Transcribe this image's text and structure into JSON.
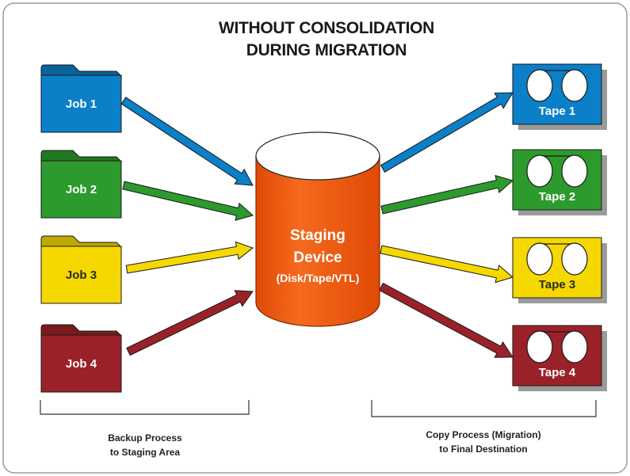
{
  "title": {
    "line1": "WITHOUT CONSOLIDATION",
    "line2": "DURING MIGRATION"
  },
  "jobs": [
    {
      "label": "Job 1",
      "color": "#0b7fc7"
    },
    {
      "label": "Job 2",
      "color": "#2c9a2c"
    },
    {
      "label": "Job 3",
      "color": "#f5d800"
    },
    {
      "label": "Job 4",
      "color": "#9b2128"
    }
  ],
  "staging": {
    "line1": "Staging",
    "line2": "Device",
    "line3": "(Disk/Tape/VTL)",
    "color": "#f05a10"
  },
  "tapes": [
    {
      "label": "Tape 1",
      "color": "#0b7fc7"
    },
    {
      "label": "Tape 2",
      "color": "#2c9a2c"
    },
    {
      "label": "Tape 3",
      "color": "#f5d800"
    },
    {
      "label": "Tape 4",
      "color": "#9b2128"
    }
  ],
  "captions": {
    "left_line1": "Backup Process",
    "left_line2": "to Staging Area",
    "right_line1": "Copy Process (Migration)",
    "right_line2": "to Final Destination"
  }
}
